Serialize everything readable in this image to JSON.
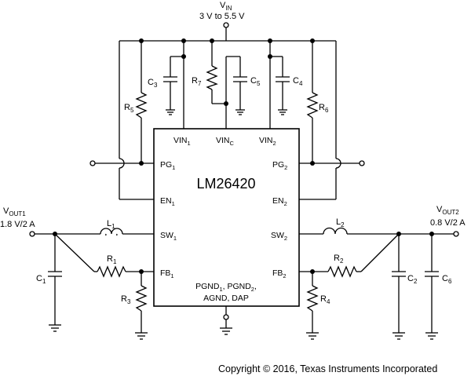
{
  "vin": {
    "name": "V",
    "sub": "IN",
    "range": "3 V to 5.5 V"
  },
  "ic": {
    "part": "LM26420",
    "pins": {
      "vin1": {
        "name": "VIN",
        "sub": "1"
      },
      "vinc": {
        "name": "VIN",
        "sub": "C"
      },
      "vin2": {
        "name": "VIN",
        "sub": "2"
      },
      "pg1": {
        "name": "PG",
        "sub": "1"
      },
      "pg2": {
        "name": "PG",
        "sub": "2"
      },
      "en1": {
        "name": "EN",
        "sub": "1"
      },
      "en2": {
        "name": "EN",
        "sub": "2"
      },
      "sw1": {
        "name": "SW",
        "sub": "1"
      },
      "sw2": {
        "name": "SW",
        "sub": "2"
      },
      "fb1": {
        "name": "FB",
        "sub": "1"
      },
      "fb2": {
        "name": "FB",
        "sub": "2"
      }
    },
    "gnd_line1_a": "PGND",
    "gnd_line1_a_sub": "1",
    "gnd_line1_b": ", PGND",
    "gnd_line1_b_sub": "2",
    "gnd_line1_c": ",",
    "gnd_line2": "AGND, DAP"
  },
  "vout1": {
    "name": "V",
    "sub": "OUT1",
    "spec": "1.8 V/2 A"
  },
  "vout2": {
    "name": "V",
    "sub": "OUT2",
    "spec": "0.8 V/2 A"
  },
  "components": {
    "c1": {
      "name": "C",
      "sub": "1"
    },
    "c2": {
      "name": "C",
      "sub": "2"
    },
    "c3": {
      "name": "C",
      "sub": "3"
    },
    "c4": {
      "name": "C",
      "sub": "4"
    },
    "c5": {
      "name": "C",
      "sub": "5"
    },
    "c6": {
      "name": "C",
      "sub": "6"
    },
    "r1": {
      "name": "R",
      "sub": "1"
    },
    "r2": {
      "name": "R",
      "sub": "2"
    },
    "r3": {
      "name": "R",
      "sub": "3"
    },
    "r4": {
      "name": "R",
      "sub": "4"
    },
    "r5": {
      "name": "R",
      "sub": "5"
    },
    "r6": {
      "name": "R",
      "sub": "6"
    },
    "r7": {
      "name": "R",
      "sub": "7"
    },
    "l1": {
      "name": "L",
      "sub": "1"
    },
    "l2": {
      "name": "L",
      "sub": "2"
    }
  },
  "copyright": "Copyright © 2016, Texas Instruments Incorporated"
}
